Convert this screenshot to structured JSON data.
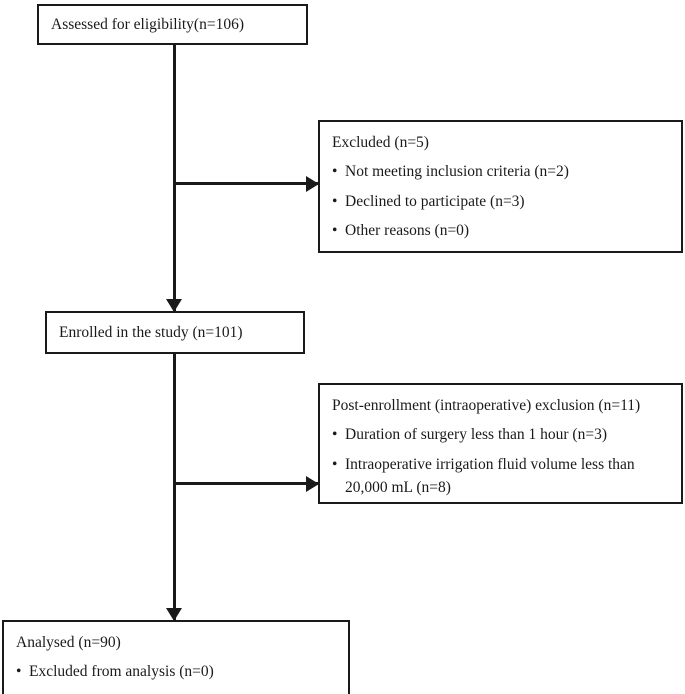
{
  "diagram": {
    "type": "consort-participant-flow-diagram",
    "nodes": {
      "assessed": {
        "title": "Assessed for eligibility(n=106)"
      },
      "excluded": {
        "title": "Excluded (n=5)",
        "bullets": [
          "Not meeting inclusion criteria (n=2)",
          "Declined to participate (n=3)",
          "Other reasons (n=0)"
        ]
      },
      "enrolled": {
        "title": "Enrolled in the study (n=101)"
      },
      "post_enrollment_excluded": {
        "title": "Post-enrollment (intraoperative) exclusion (n=11)",
        "bullets": [
          "Duration of surgery less than 1 hour (n=3)",
          "Intraoperative irrigation fluid volume less than"
        ],
        "bullet_2_continuation": "20,000 mL (n=8)"
      },
      "analysed": {
        "title": "Analysed (n=90)",
        "bullets": [
          "Excluded from analysis (n=0)"
        ]
      }
    },
    "colors": {
      "stroke": "#1a1a1a",
      "background": "#ffffff"
    }
  }
}
